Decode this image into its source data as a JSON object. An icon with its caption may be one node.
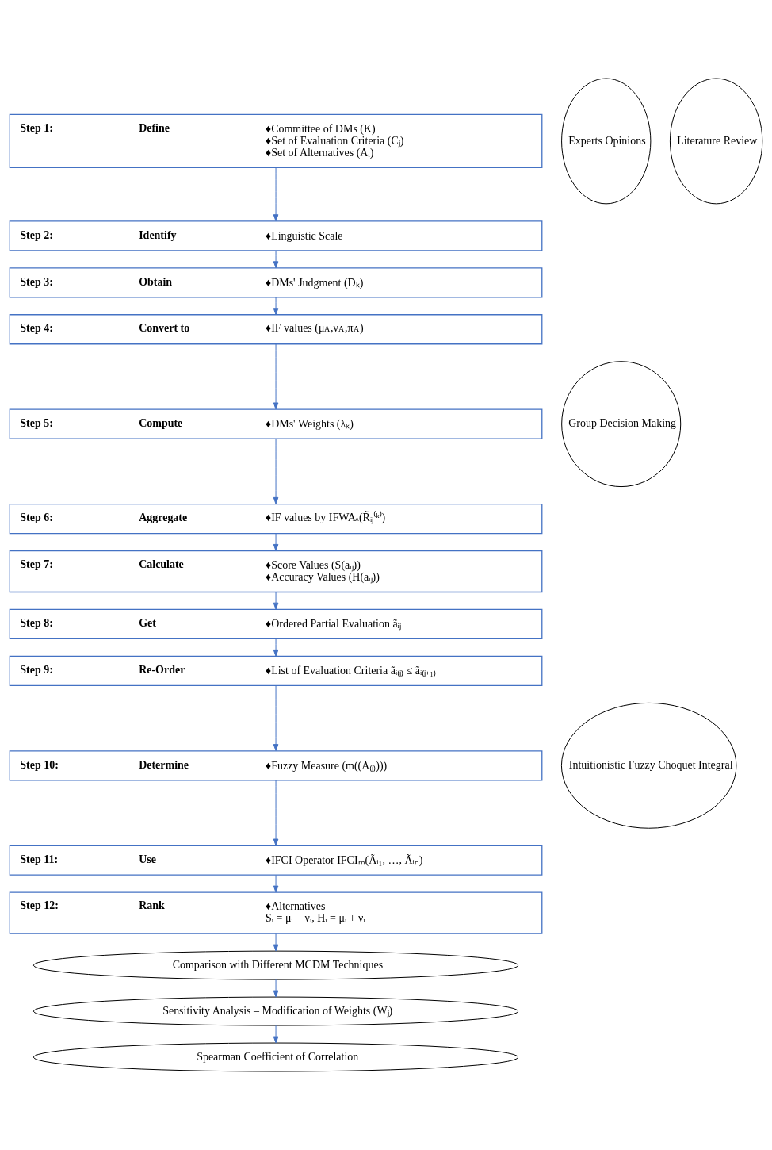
{
  "diagram": {
    "nodes": [
      {
        "text": [
          "Step 1:",
          "Define",
          "♦Committee of DMs (K)",
          "♦Set of Evaluation Criteria (Cⱼ)",
          "♦Set of Alternatives (Aᵢ)"
        ]
      },
      {
        "text": [
          "Step 2:",
          "Identify",
          "♦Linguistic Scale"
        ]
      },
      {
        "text": [
          "Step 3:",
          "Obtain",
          "♦DMs' Judgment (Dₖ)"
        ]
      },
      {
        "text": [
          "Step 4:",
          "Convert to",
          "♦IF values (μ$_{A}$,ν$_{A}$,π$_{A}$)"
        ]
      },
      {
        "text": [
          "Step 5:",
          "Compute",
          "♦DMs' Weights (λₖ)"
        ]
      },
      {
        "text": [
          "Step 6:",
          "Aggregate",
          "♦IF values by IFWA$_{λ}$(R̃ᵢⱼ⁽ᵏ⁾)"
        ]
      },
      {
        "text": [
          "Step 7:",
          "Calculate",
          "♦Score Values (S(aᵢⱼ))",
          "♦Accuracy Values (H(aᵢⱼ))"
        ]
      },
      {
        "text": [
          "Step 8:",
          "Get",
          "♦Ordered Partial Evaluation ãᵢⱼ"
        ]
      },
      {
        "text": [
          "Step 9:",
          "Re-Order",
          "♦List of Evaluation Criteria ãᵢ₍ⱼ₎ ≤ ãᵢ₍ⱼ₊₁₎"
        ]
      },
      {
        "text": [
          "Step 10:",
          "Determine",
          "♦Fuzzy Measure (m((A₍ⱼ₎)))"
        ]
      },
      {
        "text": [
          "Step 11:",
          "Use",
          "♦IFCI Operator IFCIₘ(Ãᵢ₁, …, Ãᵢₙ)"
        ]
      },
      {
        "text": [
          "Step 12:",
          "Rank",
          "♦Alternatives",
          "Sᵢ = μᵢ − νᵢ, Hᵢ = μᵢ + νᵢ"
        ]
      },
      {
        "text": [
          "Comparison with Different MCDM Techniques"
        ]
      },
      {
        "text": [
          "Sensitivity Analysis – Modification of Weights (Wⱼ)"
        ]
      },
      {
        "text": [
          "Spearman Coefficient of Correlation"
        ]
      },
      {
        "text": [
          "Experts Opinions"
        ]
      },
      {
        "text": [
          "Literature Review"
        ]
      },
      {
        "text": [
          "Group Decision Making"
        ]
      },
      {
        "text": [
          "Intuitionistic Fuzzy Choquet Integral"
        ]
      }
    ],
    "edges": [
      {
        "from": 0,
        "to": 1,
        "arrow": "to"
      },
      {
        "from": 1,
        "to": 2,
        "arrow": "to"
      },
      {
        "from": 2,
        "to": 3,
        "arrow": "to"
      },
      {
        "from": 3,
        "to": 4,
        "arrow": "to"
      },
      {
        "from": 4,
        "to": 5,
        "arrow": "to"
      },
      {
        "from": 5,
        "to": 6,
        "arrow": "to"
      },
      {
        "from": 6,
        "to": 7,
        "arrow": "to"
      },
      {
        "from": 7,
        "to": 8,
        "arrow": "to"
      },
      {
        "from": 8,
        "to": 9,
        "arrow": "to"
      },
      {
        "from": 9,
        "to": 10,
        "arrow": "to"
      },
      {
        "from": 10,
        "to": 11,
        "arrow": "to"
      },
      {
        "from": 11,
        "to": 12,
        "arrow": "to"
      },
      {
        "from": 12,
        "to": 13,
        "arrow": "to"
      },
      {
        "from": 13,
        "to": 14,
        "arrow": "to"
      }
    ]
  }
}
